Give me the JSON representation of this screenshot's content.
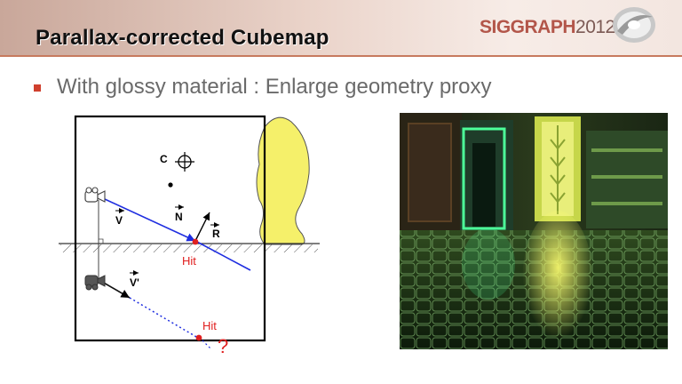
{
  "header": {
    "title": "Parallax-corrected Cubemap",
    "logo_text": "SIGGRAPH",
    "logo_year": "2012"
  },
  "bullet": {
    "text": "With glossy material : Enlarge geometry proxy"
  },
  "diagram": {
    "label_c": "C",
    "label_n": "N",
    "label_r": "R",
    "label_v": "V",
    "label_v_prime": "V'",
    "label_hit_top": "Hit",
    "label_hit_bottom": "Hit",
    "label_question": "?"
  },
  "colors": {
    "accent": "#d0402e",
    "ray_blue": "#1f2ee0",
    "hit_red": "#e02020",
    "proxy_yellow": "#f5f06a"
  }
}
